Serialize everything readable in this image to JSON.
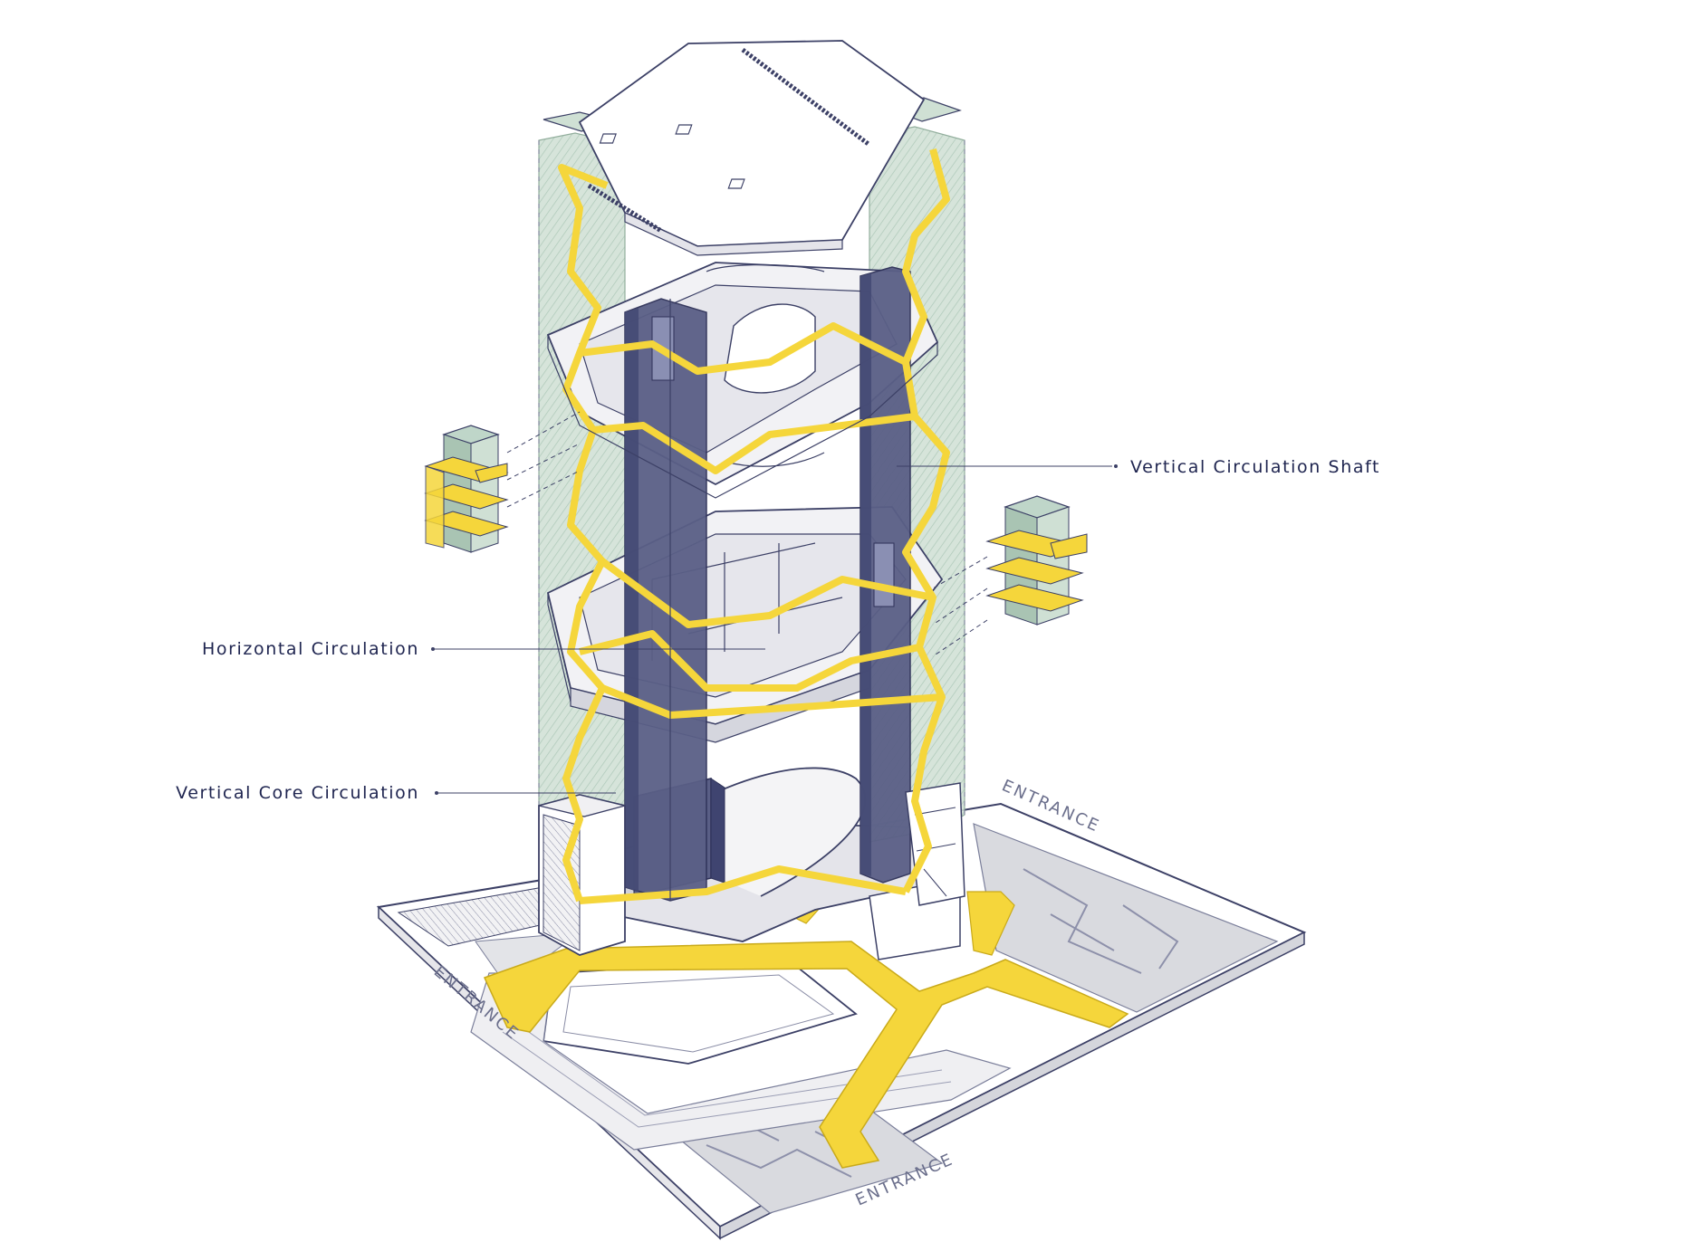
{
  "diagram": {
    "labels": {
      "vertical_shaft": "Vertical Circulation Shaft",
      "horizontal": "Horizontal Circulation",
      "vertical_core": "Vertical Core Circulation"
    },
    "entrances": [
      "ENTRANCE",
      "ENTRANCE",
      "ENTRANCE"
    ]
  },
  "colors": {
    "circulation_yellow": "#f5d63b",
    "core_navy": "#5a5f86",
    "shaft_green": "#bfd6c9",
    "line": "#3c4066",
    "ground": "#d9dadf",
    "text": "#1f2550"
  },
  "icons": [
    "stair-module-icon",
    "stair-module-icon",
    "leader-dot-icon"
  ]
}
